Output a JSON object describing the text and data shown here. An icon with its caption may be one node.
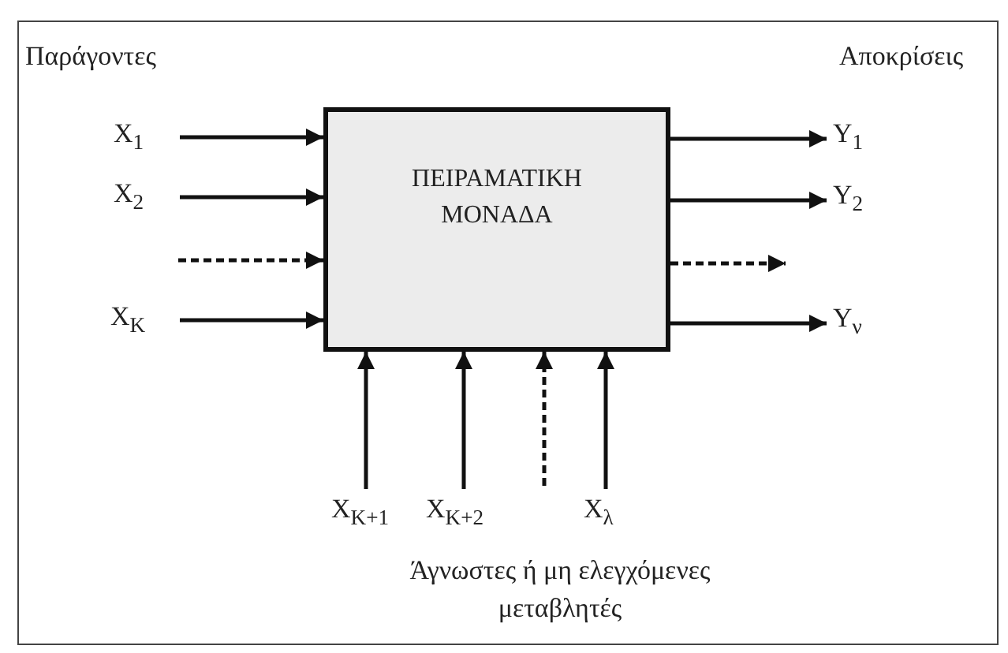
{
  "diagram": {
    "nodes": [
      {
        "text": [
          "ΠΕΙΡΑΜΑΤΙΚΗ ΜΟΝΑΔΑ"
        ]
      },
      {
        "text": [
          "X$_{1}$"
        ]
      },
      {
        "text": [
          "X$_{2}$"
        ]
      },
      {
        "text": [
          "X$_{K}$"
        ]
      },
      {
        "text": [
          "Y$_{1}$"
        ]
      },
      {
        "text": [
          "Y$_{2}$"
        ]
      },
      {
        "text": [
          "Y$_{ν}$"
        ]
      },
      {
        "text": [
          "X$_{K+1}$"
        ]
      },
      {
        "text": [
          "X$_{K+2}$"
        ]
      },
      {
        "text": [
          "X$_{λ}$"
        ]
      }
    ],
    "edges": [
      {
        "from": 1,
        "to": 0,
        "arrow": "to"
      },
      {
        "from": 2,
        "to": 0,
        "arrow": "to"
      },
      {
        "from": null,
        "to": 0,
        "arrow": "to",
        "style": "dashed"
      },
      {
        "from": 3,
        "to": 0,
        "arrow": "to"
      },
      {
        "from": 0,
        "to": 4,
        "arrow": "to"
      },
      {
        "from": 0,
        "to": 5,
        "arrow": "to"
      },
      {
        "from": 0,
        "to": null,
        "arrow": "to",
        "style": "dashed"
      },
      {
        "from": 0,
        "to": 6,
        "arrow": "to"
      },
      {
        "from": 7,
        "to": 0,
        "arrow": "to"
      },
      {
        "from": 8,
        "to": 0,
        "arrow": "to"
      },
      {
        "from": null,
        "to": 0,
        "arrow": "to",
        "style": "dashed"
      },
      {
        "from": 9,
        "to": 0,
        "arrow": "to"
      }
    ],
    "labels": [
      "Παράγοντες",
      "Αποκρίσεις",
      "Άγνωστες ή μη ελεγχόμενες μεταβλητές"
    ]
  }
}
